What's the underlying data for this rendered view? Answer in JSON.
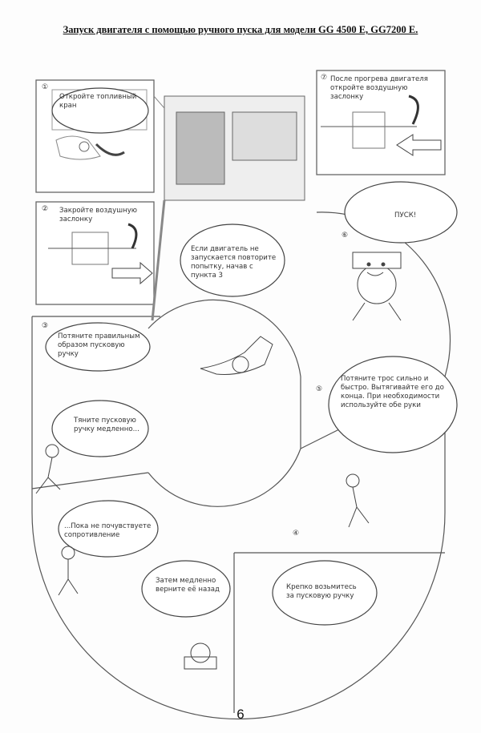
{
  "title": "Запуск двигателя с помощью ручного пуска для модели GG 4500 E, GG7200 E.",
  "steps": [
    {
      "num": "①",
      "text": "Откройте топливный кран"
    },
    {
      "num": "②",
      "text": "Закройте воздушную заслонку"
    },
    {
      "num": "③",
      "text": "Потяните правильным образом пусковую ручку"
    },
    {
      "num": "④",
      "text": "Крепко возьмитесь за пусковую ручку"
    },
    {
      "num": "⑤",
      "text": "Потяните трос сильно и быстро. Вытягивайте его до конца. При необходимости используйте обе руки"
    },
    {
      "num": "⑥",
      "text": "ПУСК!"
    },
    {
      "num": "⑦",
      "text": "После прогрева двигателя откройте воздушную заслонку"
    }
  ],
  "bubbles": {
    "retry": "Если двигатель не запускается повторите попытку, начав с пункта 3",
    "pull_slow": "Тяните пусковую ручку медленно...",
    "until_resist": "...Пока не почувствуете сопротивление",
    "return_slow": "Затем медленно верните её назад"
  },
  "page_number": "6"
}
